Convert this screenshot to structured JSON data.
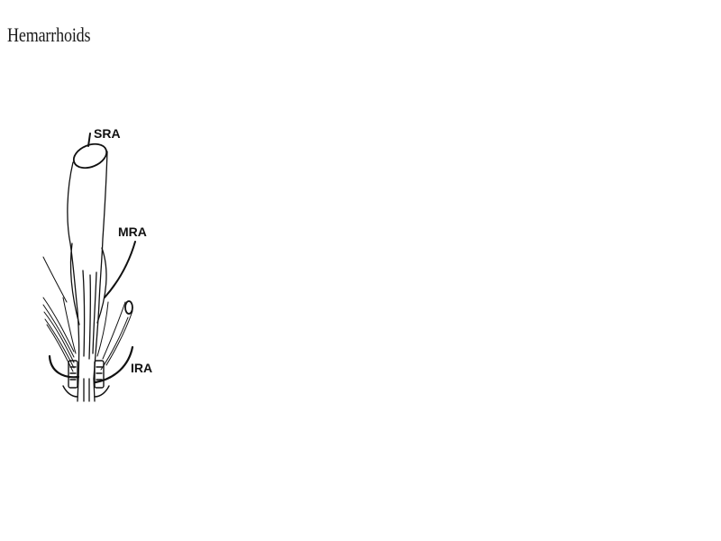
{
  "page": {
    "title": "Hemarrhoids"
  },
  "diagram": {
    "labels": {
      "sra": "SRA",
      "mra": "MRA",
      "ira": "IRA"
    },
    "colors": {
      "line": "#111111",
      "background": "#ffffff"
    }
  }
}
